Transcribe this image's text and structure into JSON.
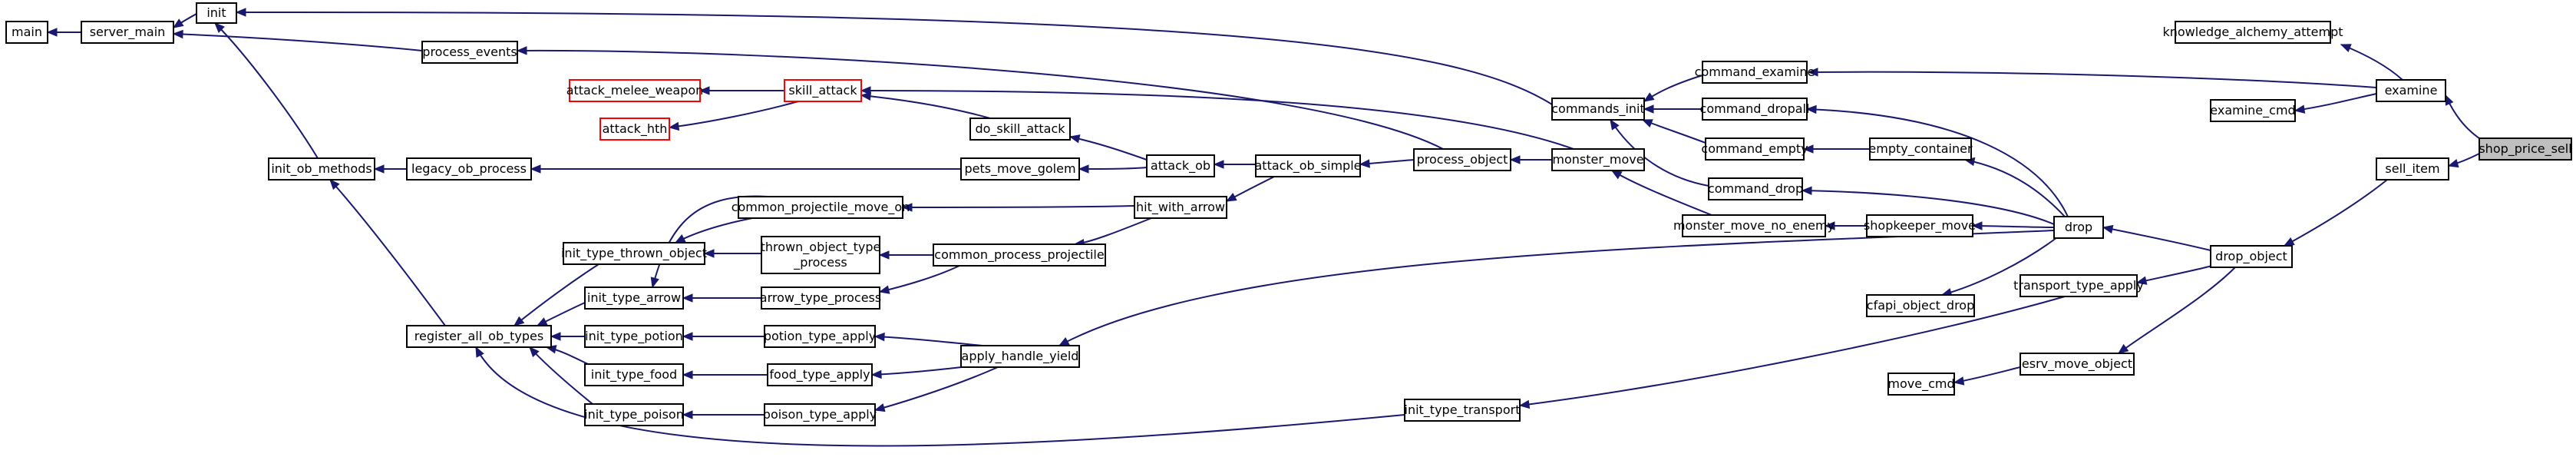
{
  "graph": {
    "colors": {
      "edge": "#191970",
      "node_border": "#000000",
      "external_border": "#ff0000",
      "highlight_fill": "#bfbfbf"
    },
    "nodes": [
      {
        "id": "main",
        "label": "main",
        "style": "normal"
      },
      {
        "id": "server_main",
        "label": "server_main",
        "style": "normal"
      },
      {
        "id": "init",
        "label": "init",
        "style": "normal"
      },
      {
        "id": "init_ob_methods",
        "label": "init_ob_methods",
        "style": "normal"
      },
      {
        "id": "process_events",
        "label": "process_events",
        "style": "normal"
      },
      {
        "id": "legacy_ob_process",
        "label": "legacy_ob_process",
        "style": "normal"
      },
      {
        "id": "register_all_ob_types",
        "label": "register_all_ob_types",
        "style": "normal"
      },
      {
        "id": "init_type_thrown_object",
        "label": "init_type_thrown_object",
        "style": "normal"
      },
      {
        "id": "init_type_arrow",
        "label": "init_type_arrow",
        "style": "normal"
      },
      {
        "id": "init_type_potion",
        "label": "init_type_potion",
        "style": "normal"
      },
      {
        "id": "init_type_food",
        "label": "init_type_food",
        "style": "normal"
      },
      {
        "id": "init_type_poison",
        "label": "init_type_poison",
        "style": "normal"
      },
      {
        "id": "attack_melee_weapon",
        "label": "attack_melee_weapon",
        "style": "external"
      },
      {
        "id": "attack_hth",
        "label": "attack_hth",
        "style": "external"
      },
      {
        "id": "skill_attack",
        "label": "skill_attack",
        "style": "external"
      },
      {
        "id": "common_projectile_move_on",
        "label": "common_projectile_move_on",
        "style": "normal"
      },
      {
        "id": "thrown_object_type_process",
        "label": "thrown_object_type\n_process",
        "style": "normal"
      },
      {
        "id": "arrow_type_process",
        "label": "arrow_type_process",
        "style": "normal"
      },
      {
        "id": "potion_type_apply",
        "label": "potion_type_apply",
        "style": "normal"
      },
      {
        "id": "food_type_apply",
        "label": "food_type_apply",
        "style": "normal"
      },
      {
        "id": "poison_type_apply",
        "label": "poison_type_apply",
        "style": "normal"
      },
      {
        "id": "do_skill_attack",
        "label": "do_skill_attack",
        "style": "normal"
      },
      {
        "id": "pets_move_golem",
        "label": "pets_move_golem",
        "style": "normal"
      },
      {
        "id": "common_process_projectile",
        "label": "common_process_projectile",
        "style": "normal"
      },
      {
        "id": "apply_handle_yield",
        "label": "apply_handle_yield",
        "style": "normal"
      },
      {
        "id": "attack_ob",
        "label": "attack_ob",
        "style": "normal"
      },
      {
        "id": "hit_with_arrow",
        "label": "hit_with_arrow",
        "style": "normal"
      },
      {
        "id": "attack_ob_simple",
        "label": "attack_ob_simple",
        "style": "normal"
      },
      {
        "id": "process_object",
        "label": "process_object",
        "style": "normal"
      },
      {
        "id": "init_type_transport",
        "label": "init_type_transport",
        "style": "normal"
      },
      {
        "id": "commands_init",
        "label": "commands_init",
        "style": "normal"
      },
      {
        "id": "monster_move",
        "label": "monster_move",
        "style": "normal"
      },
      {
        "id": "monster_move_no_enemy",
        "label": "monster_move_no_enemy",
        "style": "normal"
      },
      {
        "id": "command_examine",
        "label": "command_examine",
        "style": "normal"
      },
      {
        "id": "command_dropall",
        "label": "command_dropall",
        "style": "normal"
      },
      {
        "id": "command_empty",
        "label": "command_empty",
        "style": "normal"
      },
      {
        "id": "command_drop",
        "label": "command_drop",
        "style": "normal"
      },
      {
        "id": "shopkeeper_move",
        "label": "shopkeeper_move",
        "style": "normal"
      },
      {
        "id": "empty_container",
        "label": "empty_container",
        "style": "normal"
      },
      {
        "id": "cfapi_object_drop",
        "label": "cfapi_object_drop",
        "style": "normal"
      },
      {
        "id": "transport_type_apply",
        "label": "transport_type_apply",
        "style": "normal"
      },
      {
        "id": "move_cmd",
        "label": "move_cmd",
        "style": "normal"
      },
      {
        "id": "esrv_move_object",
        "label": "esrv_move_object",
        "style": "normal"
      },
      {
        "id": "drop",
        "label": "drop",
        "style": "normal"
      },
      {
        "id": "drop_object",
        "label": "drop_object",
        "style": "normal"
      },
      {
        "id": "knowledge_alchemy_attempt",
        "label": "knowledge_alchemy_attempt",
        "style": "normal"
      },
      {
        "id": "examine_cmd",
        "label": "examine_cmd",
        "style": "normal"
      },
      {
        "id": "examine",
        "label": "examine",
        "style": "normal"
      },
      {
        "id": "sell_item",
        "label": "sell_item",
        "style": "normal"
      },
      {
        "id": "shop_price_sell",
        "label": "shop_price_sell",
        "style": "active"
      }
    ]
  }
}
